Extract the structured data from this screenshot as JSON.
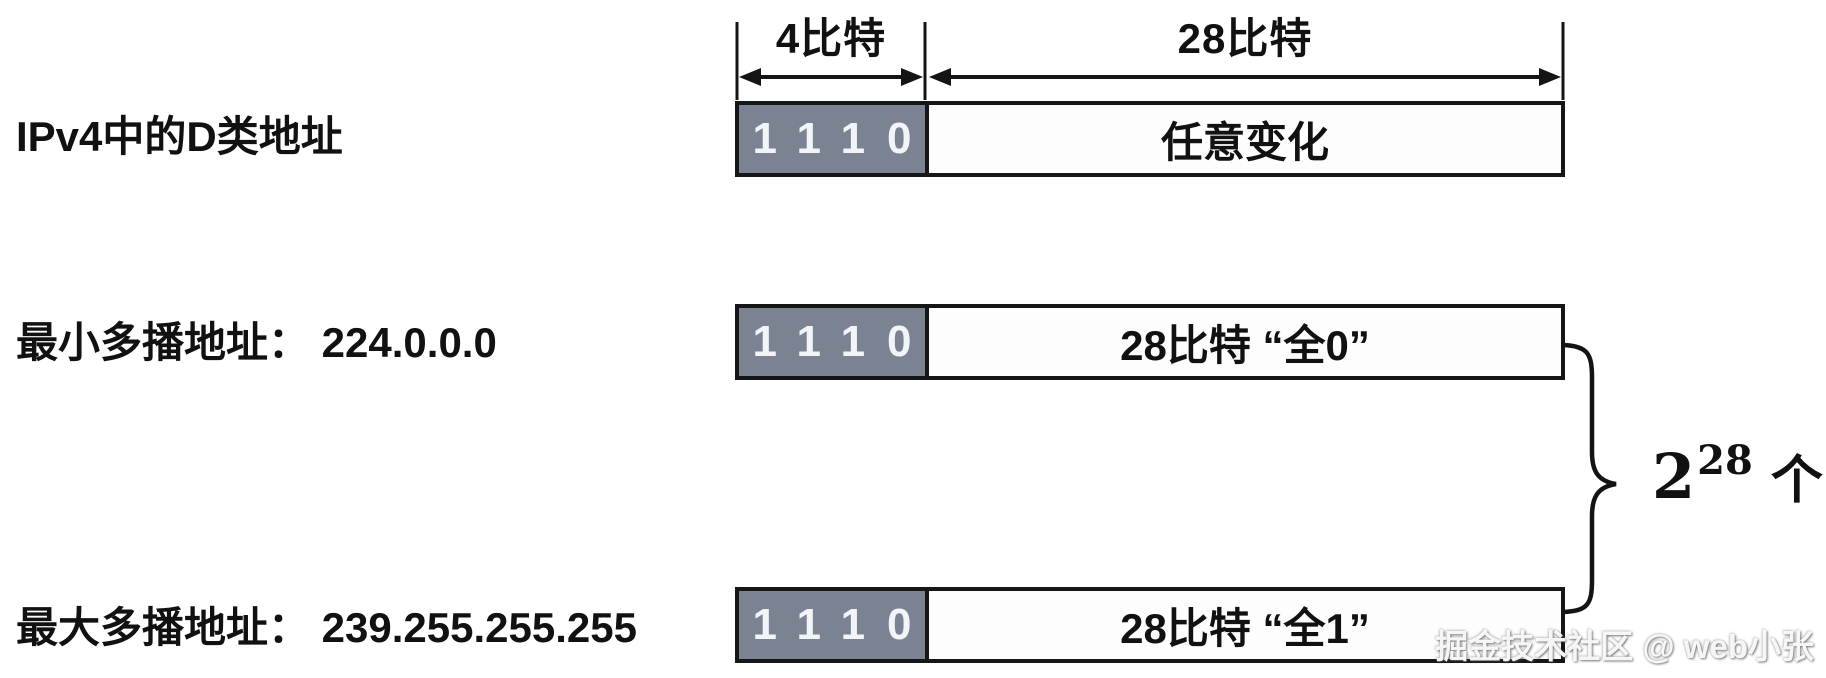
{
  "diagram": {
    "title_context": "IPv4 Class D multicast address structure",
    "field_widths": {
      "prefix_label": "4比特",
      "body_label": "28比特"
    },
    "rows": [
      {
        "label": "IPv4中的D类地址",
        "prefix_bits": "1110",
        "value": "任意变化"
      },
      {
        "label": "最小多播地址： 224.0.0.0",
        "prefix_bits": "1110",
        "value": "28比特 “全0”"
      },
      {
        "label": "最大多播地址： 239.255.255.255",
        "prefix_bits": "1110",
        "value": "28比特 “全1”"
      }
    ],
    "count_annotation": {
      "base": "2",
      "exponent": "28",
      "unit": "个"
    },
    "watermark": "掘金技术社区 @ web小张",
    "colors": {
      "prefix_cell_bg": "#7b8393",
      "prefix_cell_text": "#f2f4f7",
      "box_border": "#161616",
      "line": "#141414",
      "background": "#ffffff"
    }
  }
}
